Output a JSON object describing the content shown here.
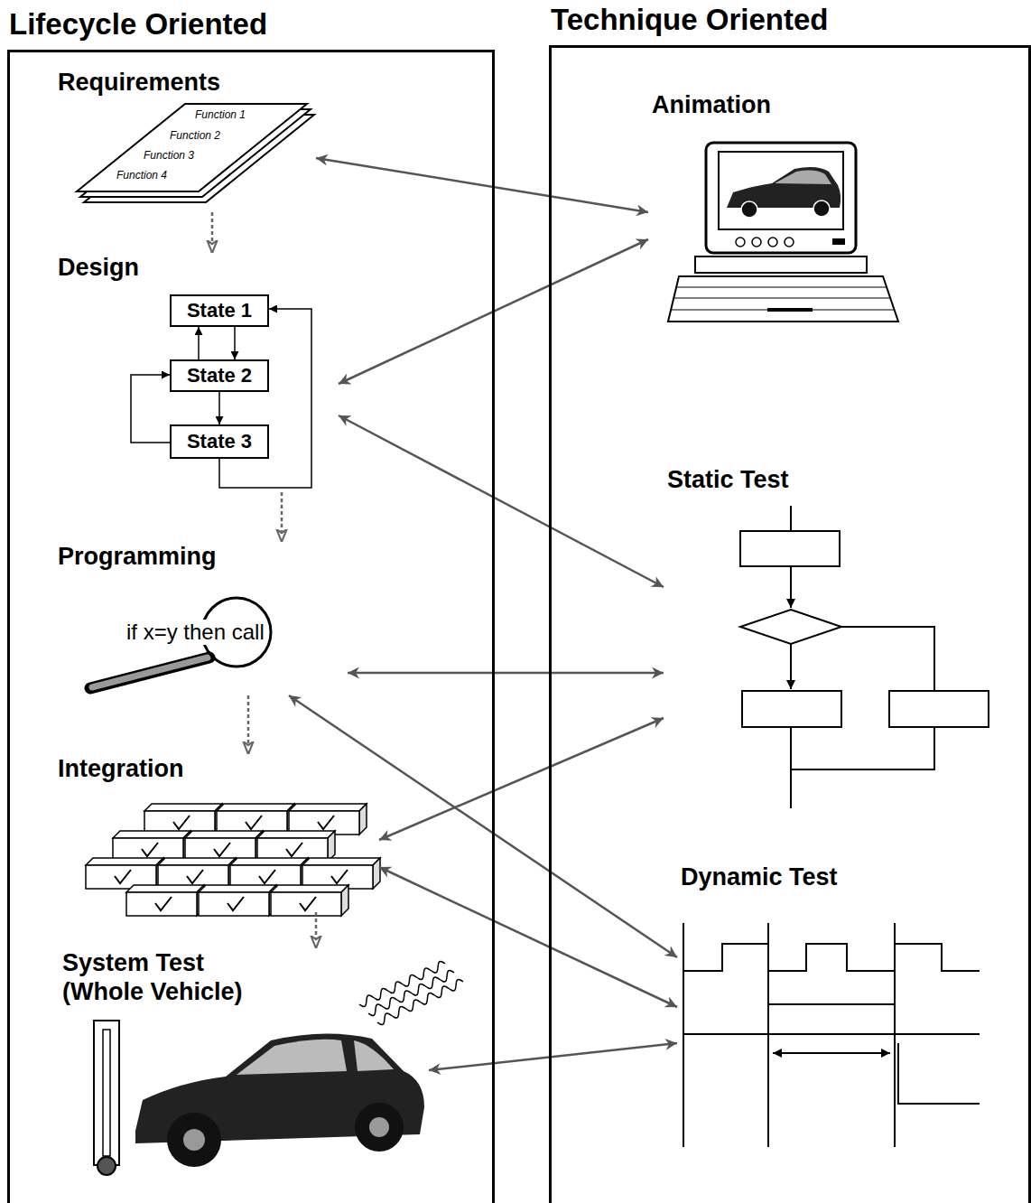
{
  "diagram": {
    "nodes": [
      {
        "text": [
          "Lifecycle Oriented"
        ]
      },
      {
        "text": [
          "Technique Oriented"
        ]
      },
      {
        "text": [
          "Requirements"
        ],
        "in": 0
      },
      {
        "text": [
          "Design"
        ],
        "in": 0
      },
      {
        "text": [
          "State 1"
        ],
        "in": 3
      },
      {
        "text": [
          "State 2"
        ],
        "in": 3
      },
      {
        "text": [
          "State 3"
        ],
        "in": 3
      },
      {
        "text": [
          "Programming"
        ],
        "in": 0
      },
      {
        "text": [
          "Integration"
        ],
        "in": 0
      },
      {
        "text": [
          "System Test (Whole Vehicle)"
        ],
        "in": 0
      },
      {
        "text": [
          "Animation"
        ],
        "in": 1
      },
      {
        "text": [
          "Static Test"
        ],
        "in": 1
      },
      {
        "text": [
          "Dynamic Test"
        ],
        "in": 1
      }
    ],
    "edges": [
      {
        "from": 2,
        "to": 3,
        "arrow": "to"
      },
      {
        "from": 3,
        "to": 7,
        "arrow": "to"
      },
      {
        "from": 7,
        "to": 8,
        "arrow": "to"
      },
      {
        "from": 8,
        "to": 9,
        "arrow": "to"
      },
      {
        "from": 4,
        "to": 5,
        "arrow": "to"
      },
      {
        "from": 5,
        "to": 4,
        "arrow": "to"
      },
      {
        "from": 5,
        "to": 6,
        "arrow": "to"
      },
      {
        "from": 6,
        "to": 5,
        "arrow": "to"
      },
      {
        "from": 6,
        "to": 4,
        "arrow": "to"
      },
      {
        "from": 2,
        "to": 10,
        "arrow": "both"
      },
      {
        "from": 3,
        "to": 10,
        "arrow": "both"
      },
      {
        "from": 3,
        "to": 11,
        "arrow": "both"
      },
      {
        "from": 7,
        "to": 11,
        "arrow": "both"
      },
      {
        "from": 8,
        "to": 11,
        "arrow": "both"
      },
      {
        "from": 7,
        "to": 12,
        "arrow": "both"
      },
      {
        "from": 8,
        "to": 12,
        "arrow": "both"
      },
      {
        "from": 9,
        "to": 12,
        "arrow": "both"
      }
    ],
    "labels": [
      "Function 1",
      "Function 2",
      "Function 3",
      "Function 4",
      "if x=y then call"
    ]
  }
}
